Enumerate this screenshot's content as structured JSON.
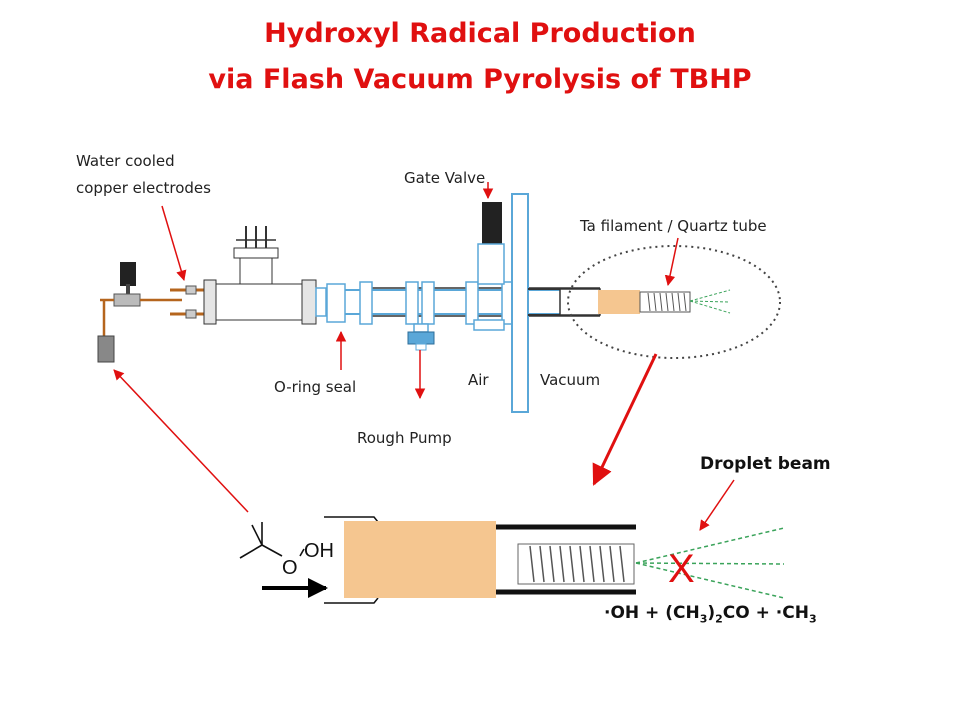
{
  "title": {
    "line1": "Hydroxyl Radical Production",
    "line2": "via Flash Vacuum Pyrolysis of TBHP"
  },
  "labels": {
    "water_cooled_1": "Water cooled",
    "water_cooled_2": "copper electrodes",
    "gate_valve": "Gate Valve",
    "ta_filament": "Ta  filament / Quartz tube",
    "oring": "O-ring seal",
    "air": "Air",
    "vacuum": "Vacuum",
    "rough_pump": "Rough Pump",
    "droplet_beam": "Droplet beam",
    "molecule_oh": "OH",
    "molecule_o": "O",
    "failure_mark": "X",
    "products": {
      "p1": "·OH + (CH",
      "sub1": "3",
      "p2": ")",
      "sub2": "2",
      "p3": "CO + ·CH",
      "sub3": "3"
    }
  },
  "colors": {
    "title": "#e01010",
    "arrow": "#e01010",
    "tube_blue": "#5aa7d8",
    "sample": "#f5c690",
    "beam": "#3aa35a",
    "copper": "#b5651d"
  }
}
